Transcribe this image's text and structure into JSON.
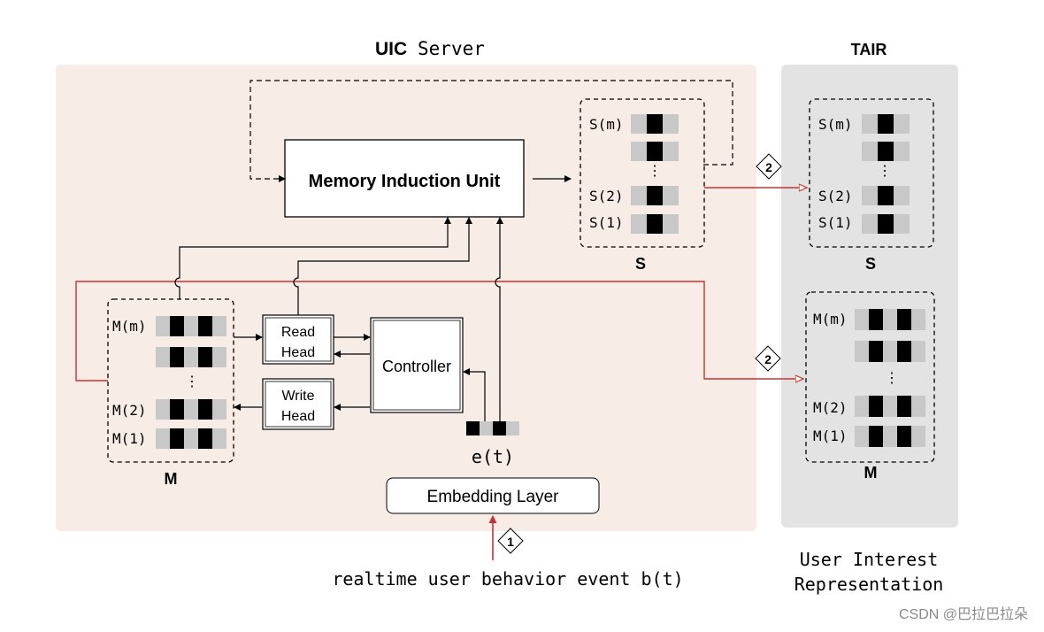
{
  "server": {
    "title_bold": "UIC",
    "title_rest": "Server",
    "miu_label": "Memory Induction Unit",
    "read_head": [
      "Read",
      "Head"
    ],
    "write_head": [
      "Write",
      "Head"
    ],
    "controller": "Controller",
    "embedding": "Embedding Layer",
    "et_label": "e(t)",
    "s_label": "S",
    "m_label": "M",
    "s_rows": [
      "S(m)",
      "S(2)",
      "S(1)"
    ],
    "m_rows": [
      "M(m)",
      "M(2)",
      "M(1)"
    ],
    "dots": "⋮"
  },
  "tair": {
    "title": "TAIR",
    "s_label": "S",
    "m_label": "M",
    "s_rows": [
      "S(m)",
      "S(2)",
      "S(1)"
    ],
    "m_rows": [
      "M(m)",
      "M(2)",
      "M(1)"
    ],
    "caption": [
      "User Interest",
      "Representation"
    ]
  },
  "markers": {
    "one": "1",
    "two": "2"
  },
  "event_label": "realtime user behavior event b(t)",
  "watermark": "CSDN @巴拉巴拉朵",
  "colors": {
    "server_bg": "#f7ece6",
    "tair_bg": "#e3e3e3",
    "cell_gray": "#c8c8c8",
    "cell_black": "#000000",
    "red": "#c83232"
  }
}
